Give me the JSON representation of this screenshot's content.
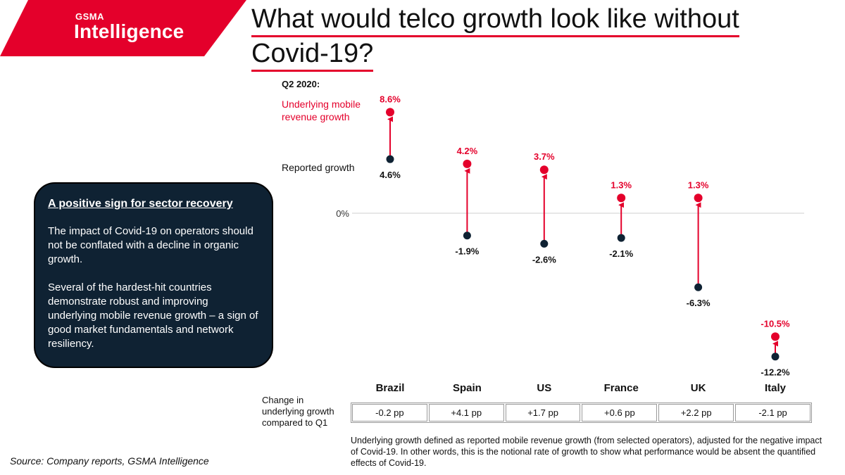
{
  "logo": {
    "top": "GSMA",
    "main": "Intelligence"
  },
  "title": {
    "line1": "What would telco growth look like without",
    "line2": "Covid-19?"
  },
  "info_box": {
    "heading": "A positive sign for sector recovery",
    "para1": "The impact of Covid-19 on operators should not be conflated with a decline in organic growth.",
    "para2": "Several of the hardest-hit countries demonstrate robust and improving underlying mobile revenue growth – a sign of good market fundamentals and network resiliency."
  },
  "colors": {
    "accent": "#e4002b",
    "navy": "#0f2233",
    "reported": "#0f2233"
  },
  "chart_data": {
    "type": "scatter",
    "period_label": "Q2 2020:",
    "series": [
      {
        "name": "Underlying mobile revenue growth",
        "values": [
          8.6,
          4.2,
          3.7,
          1.3,
          1.3,
          -10.5
        ],
        "labels": [
          "8.6%",
          "4.2%",
          "3.7%",
          "1.3%",
          "1.3%",
          "-10.5%"
        ],
        "color": "#e4002b"
      },
      {
        "name": "Reported growth",
        "values": [
          4.6,
          -1.9,
          -2.6,
          -2.1,
          -6.3,
          -12.2
        ],
        "labels": [
          "4.6%",
          "-1.9%",
          "-2.6%",
          "-2.1%",
          "-6.3%",
          "-12.2%"
        ],
        "color": "#0f2233"
      }
    ],
    "categories": [
      "Brazil",
      "Spain",
      "US",
      "France",
      "UK",
      "Italy"
    ],
    "zero_label": "0%",
    "legend_underlying_line1": "Underlying mobile",
    "legend_underlying_line2": "revenue growth",
    "legend_reported": "Reported growth"
  },
  "change": {
    "label_line1": "Change in",
    "label_line2": "underlying growth",
    "label_line3": "compared to Q1",
    "values": [
      "-0.2 pp",
      "+4.1 pp",
      "+1.7 pp",
      "+0.6 pp",
      "+2.2 pp",
      "-2.1 pp"
    ]
  },
  "footnote": "Underlying growth defined as reported mobile revenue growth (from selected operators), adjusted for the negative impact of Covid-19. In other words, this is the notional rate of growth to show what performance would be absent the quantified effects of Covid-19.",
  "source": "Source: Company reports, GSMA Intelligence"
}
